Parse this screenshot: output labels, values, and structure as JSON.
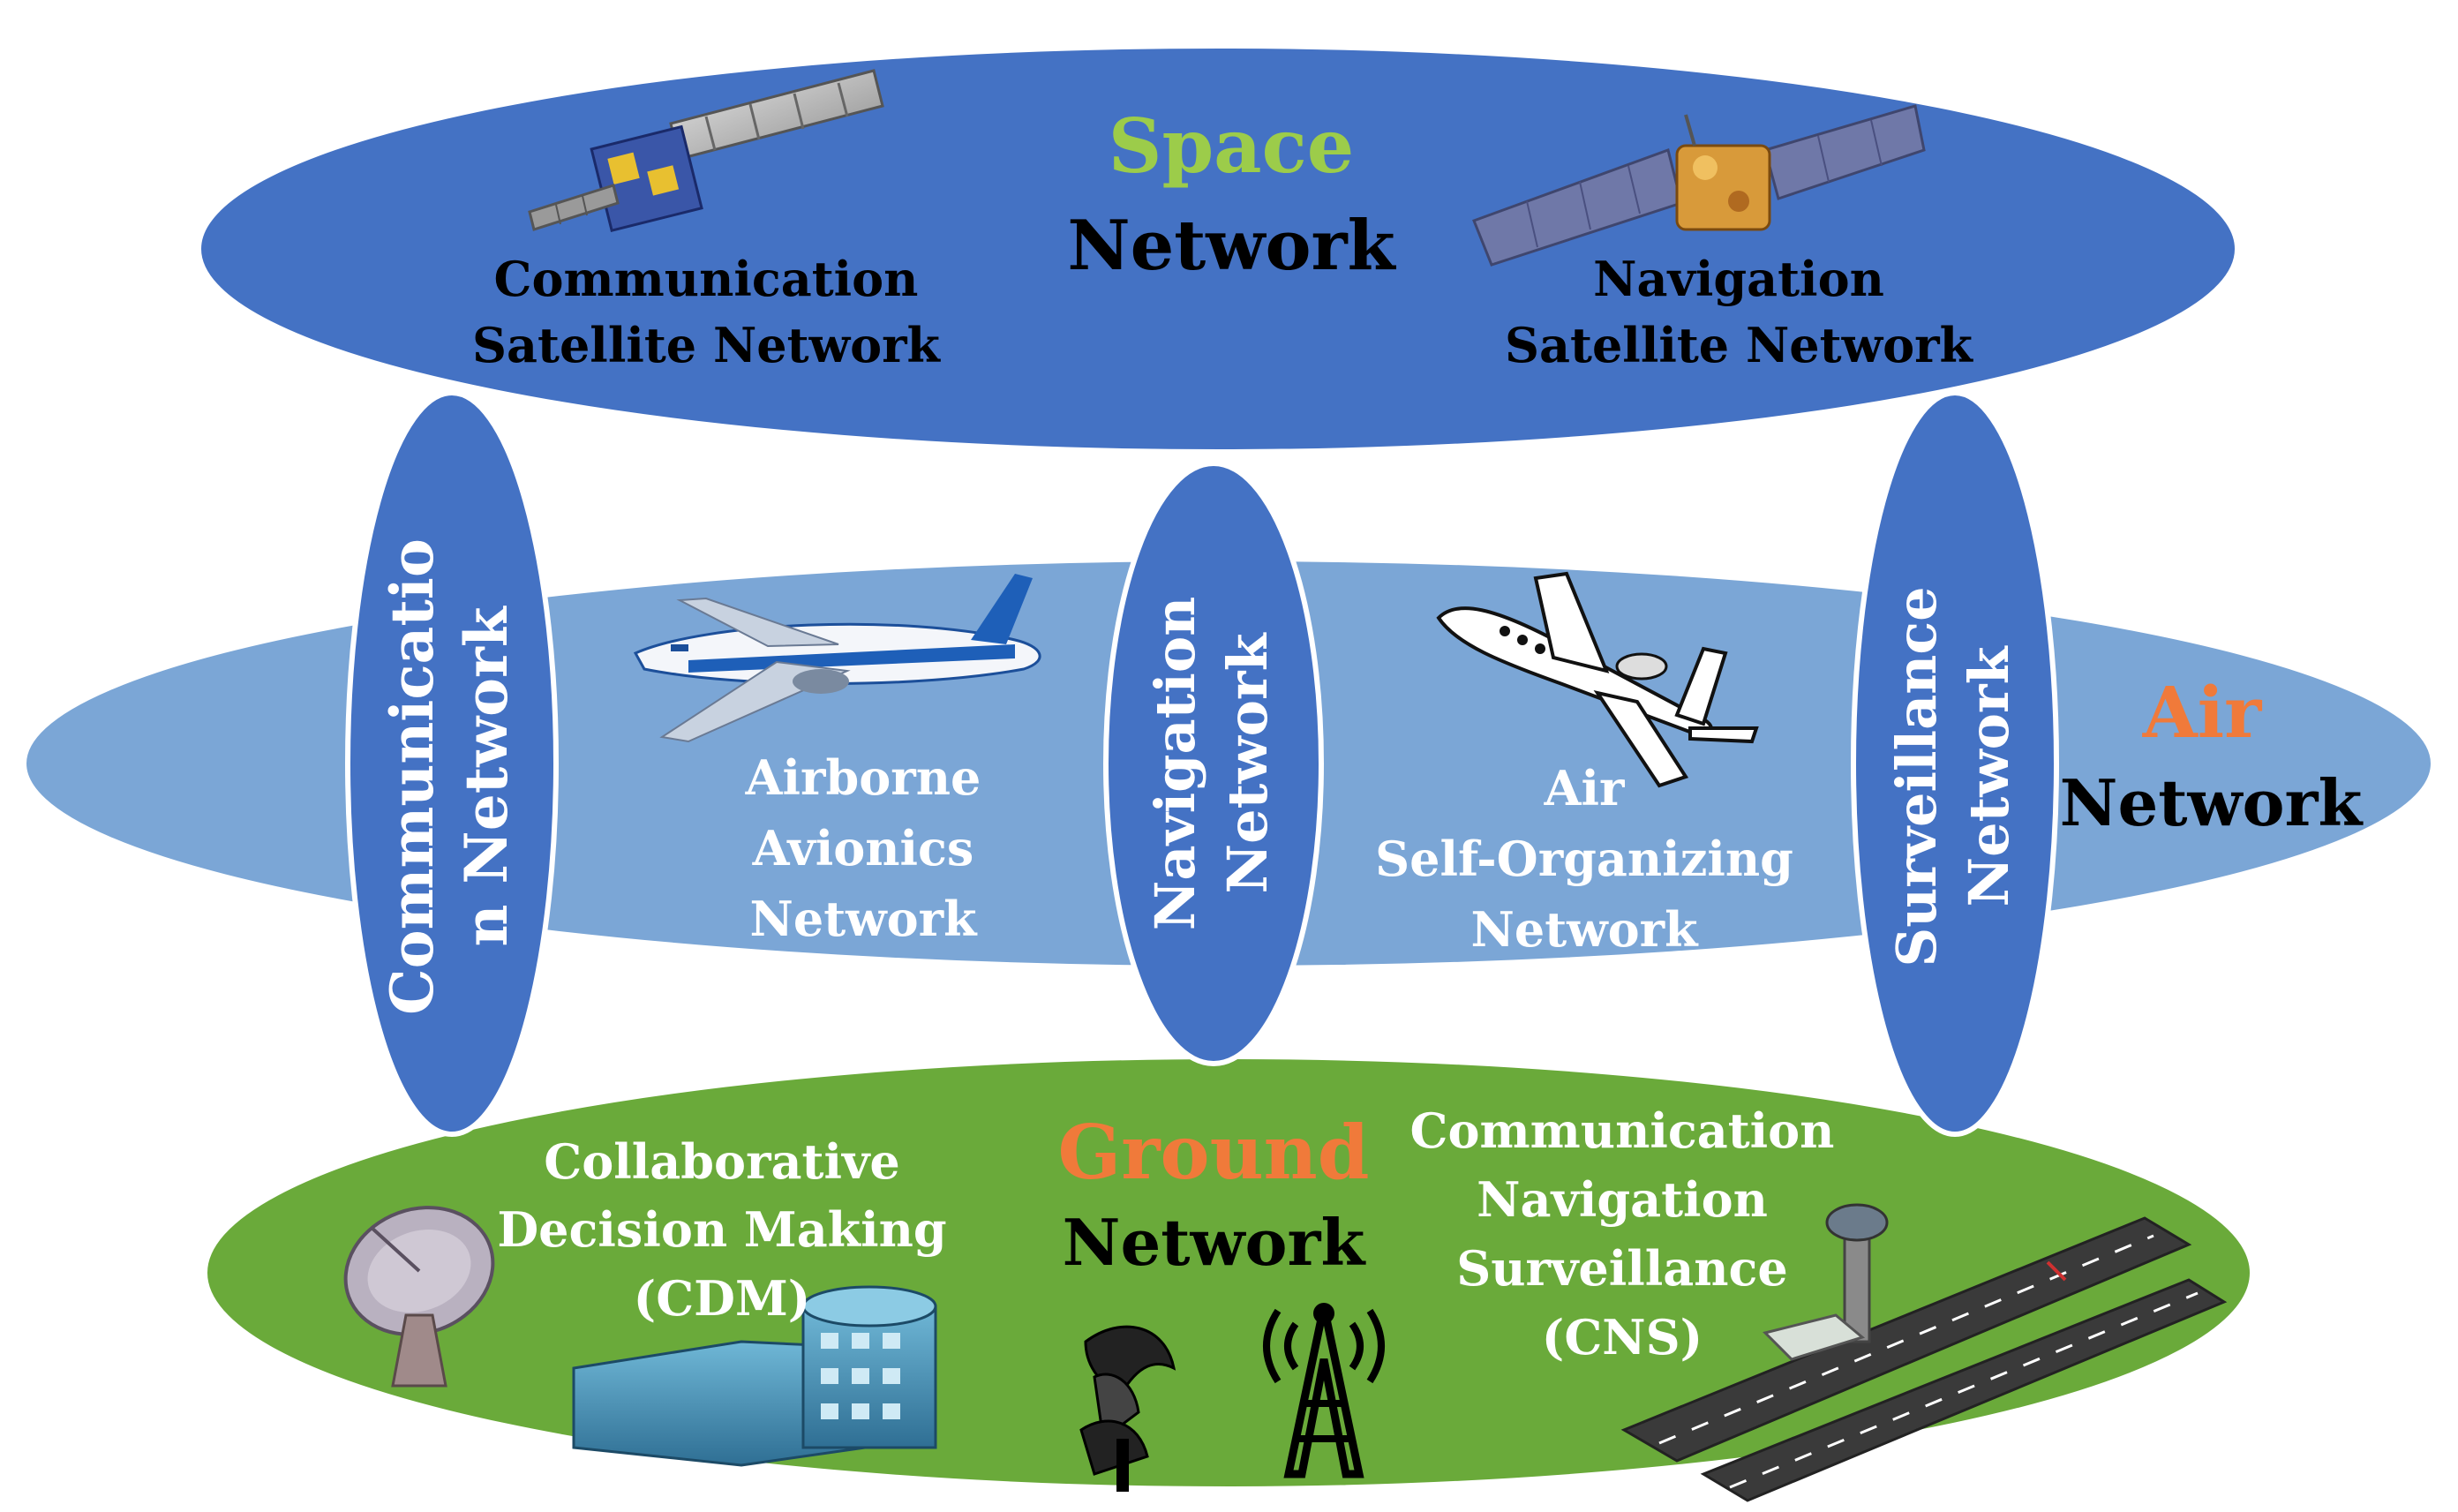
{
  "space": {
    "title_colored": "Space",
    "title_plain": "Network",
    "left_line1": "Communication",
    "left_line2": "Satellite Network",
    "right_line1": "Navigation",
    "right_line2": "Satellite Network"
  },
  "air": {
    "title_colored": "Air",
    "title_plain": "Network",
    "left_line1": "Airborne",
    "left_line2": "Avionics",
    "left_line3": "Network",
    "right_line1": "Air",
    "right_line2": "Self-Organizing",
    "right_line3": "Network"
  },
  "ground": {
    "title_colored": "Ground",
    "title_plain": "Network",
    "left_line1": "Collaborative",
    "left_line2": "Decision Making",
    "left_line3": "(CDM)",
    "right_line1": "Communication",
    "right_line2": "Navigation",
    "right_line3": "Surveillance",
    "right_line4": "(CNS)"
  },
  "pillars": {
    "comm_line1": "Communicatio",
    "comm_line2": "n Network",
    "nav_line1": "Navigation",
    "nav_line2": "Network",
    "surv_line1": "Surveillance",
    "surv_line2": "Network"
  },
  "colors": {
    "space_fill": "#4472c4",
    "air_fill": "#7ba6d6",
    "ground_fill": "#6aaa3a",
    "pillar_fill": "#4472c4",
    "space_accent": "#9ccc4a",
    "air_accent": "#f07a3a",
    "ground_accent": "#f07a3a"
  }
}
